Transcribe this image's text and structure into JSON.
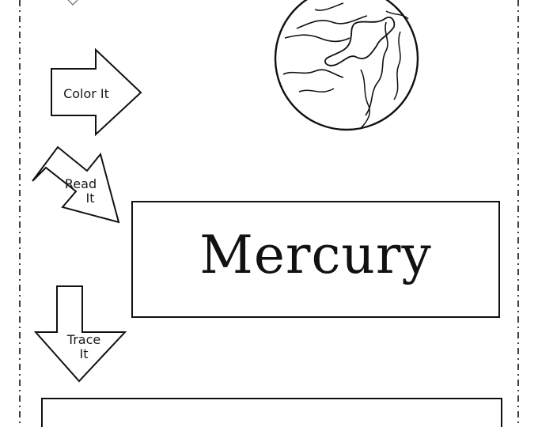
{
  "worksheet": {
    "arrows": {
      "color_it": "Color It",
      "read_it_line1": "Read",
      "read_it_line2": "It",
      "trace_it_line1": "Trace",
      "trace_it_line2": "It"
    },
    "planet_name": "Mercury",
    "colors": {
      "ink": "#111111",
      "paper": "#ffffff"
    },
    "icons": {
      "planet": "mercury-planet-outline-icon",
      "right_arrow": "right-arrow-icon",
      "diagonal_arrow": "down-right-arrow-icon",
      "down_arrow": "down-arrow-icon"
    }
  }
}
